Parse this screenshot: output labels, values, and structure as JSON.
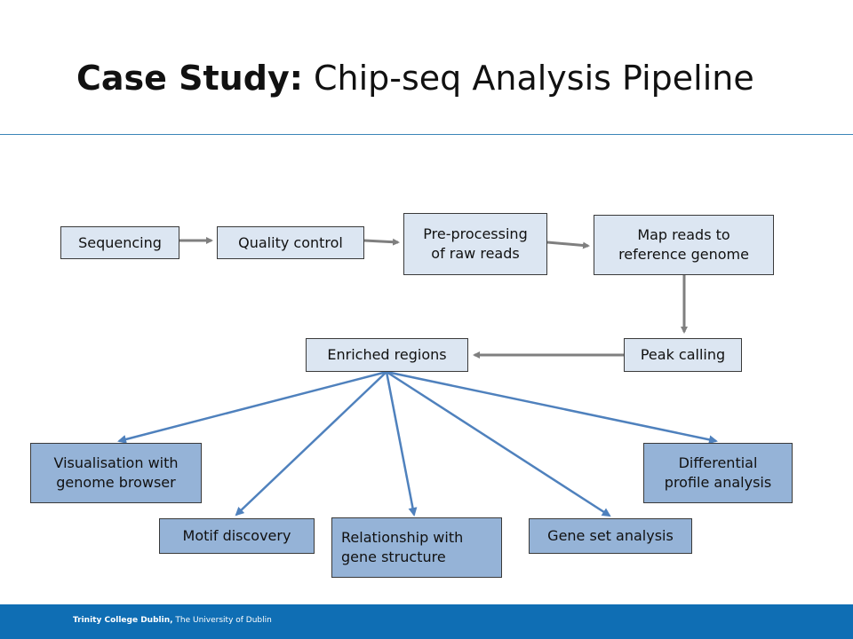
{
  "title": {
    "bold": "Case Study:",
    "rest": " Chip-seq Analysis Pipeline"
  },
  "nodes": {
    "sequencing": "Sequencing",
    "quality_control": "Quality control",
    "preprocessing": "Pre-processing\nof raw reads",
    "map_reads": "Map reads to\nreference genome",
    "peak_calling": "Peak calling",
    "enriched_regions": "Enriched regions",
    "visualisation": "Visualisation with\ngenome browser",
    "motif_discovery": "Motif discovery",
    "relationship": "Relationship with\ngene structure",
    "gene_set": "Gene set analysis",
    "differential": "Differential\nprofile analysis"
  },
  "colors": {
    "light_box": "#dce6f2",
    "mid_box": "#95b3d7",
    "pipeline_arrow": "#7f7f7f",
    "branch_arrow": "#4f81bd",
    "footer": "#0f6eb4",
    "rule": "#3b86b8"
  },
  "footer": {
    "bold": "Trinity College Dublin,",
    "rest": " The University of Dublin"
  }
}
